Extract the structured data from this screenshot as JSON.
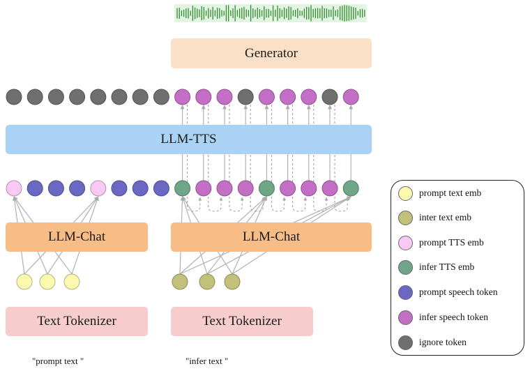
{
  "colors": {
    "prompt_text_emb": "#fcf8b0",
    "inter_text_emb": "#c2c07a",
    "prompt_tts_emb": "#fac8f4",
    "infer_tts_emb": "#6fa687",
    "prompt_speech_token": "#6b68c4",
    "infer_speech_token": "#c36fc6",
    "ignore_token": "#6f6f6f",
    "waveform": "#2e8b2e"
  },
  "boxes": {
    "generator": "Generator",
    "llm_tts": "LLM-TTS",
    "llm_chat_left": "LLM-Chat",
    "llm_chat_right": "LLM-Chat",
    "tokenizer_left": "Text Tokenizer",
    "tokenizer_right": "Text Tokenizer"
  },
  "inputs": {
    "left": "\"prompt text \"",
    "right": "\"infer text \""
  },
  "sequences": {
    "output_row": [
      "ignore_token",
      "ignore_token",
      "ignore_token",
      "ignore_token",
      "ignore_token",
      "ignore_token",
      "ignore_token",
      "ignore_token",
      "infer_speech_token",
      "infer_speech_token",
      "infer_speech_token",
      "ignore_token",
      "infer_speech_token",
      "infer_speech_token",
      "infer_speech_token",
      "ignore_token",
      "infer_speech_token"
    ],
    "input_row": [
      "prompt_tts_emb",
      "prompt_speech_token",
      "prompt_speech_token",
      "prompt_speech_token",
      "prompt_tts_emb",
      "prompt_speech_token",
      "prompt_speech_token",
      "prompt_speech_token",
      "infer_tts_emb",
      "infer_speech_token",
      "infer_speech_token",
      "infer_speech_token",
      "infer_tts_emb",
      "infer_speech_token",
      "infer_speech_token",
      "infer_speech_token",
      "infer_tts_emb"
    ],
    "left_text": [
      "prompt_text_emb",
      "prompt_text_emb",
      "prompt_text_emb"
    ],
    "right_text": [
      "inter_text_emb",
      "inter_text_emb",
      "inter_text_emb"
    ]
  },
  "legend": [
    {
      "key": "prompt_text_emb",
      "label": "prompt text emb"
    },
    {
      "key": "inter_text_emb",
      "label": "inter text emb"
    },
    {
      "key": "prompt_tts_emb",
      "label": "prompt TTS emb"
    },
    {
      "key": "infer_tts_emb",
      "label": "infer TTS emb"
    },
    {
      "key": "prompt_speech_token",
      "label": "prompt speech token"
    },
    {
      "key": "infer_speech_token",
      "label": "infer speech token"
    },
    {
      "key": "ignore_token",
      "label": "ignore token"
    }
  ]
}
